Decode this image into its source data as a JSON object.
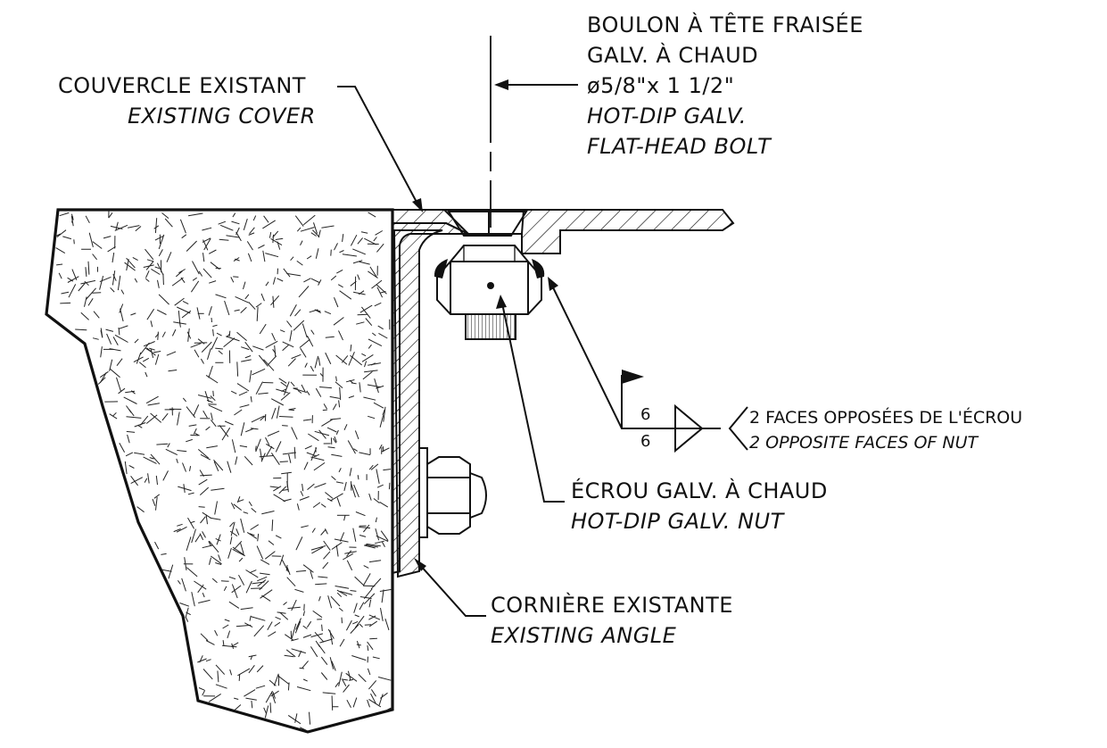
{
  "labels": {
    "bolt_fr_line1": "BOULON À TÊTE FRAISÉE",
    "bolt_fr_line2": "GALV. À CHAUD",
    "bolt_size": "ø5/8\"x 1 1/2\"",
    "bolt_en_line1": "HOT-DIP GALV.",
    "bolt_en_line2": "FLAT-HEAD BOLT",
    "cover_fr": "COUVERCLE EXISTANT",
    "cover_en": "EXISTING COVER",
    "nut_fr": "ÉCROU GALV. À CHAUD",
    "nut_en": "HOT-DIP GALV. NUT",
    "angle_fr": "CORNIÈRE EXISTANTE",
    "angle_en": "EXISTING ANGLE"
  },
  "weld_symbol": {
    "size_top": "6",
    "size_bottom": "6",
    "note_fr": "2 FACES OPPOSÉES DE L'ÉCROU",
    "note_en": "2 OPPOSITE FACES OF NUT"
  }
}
